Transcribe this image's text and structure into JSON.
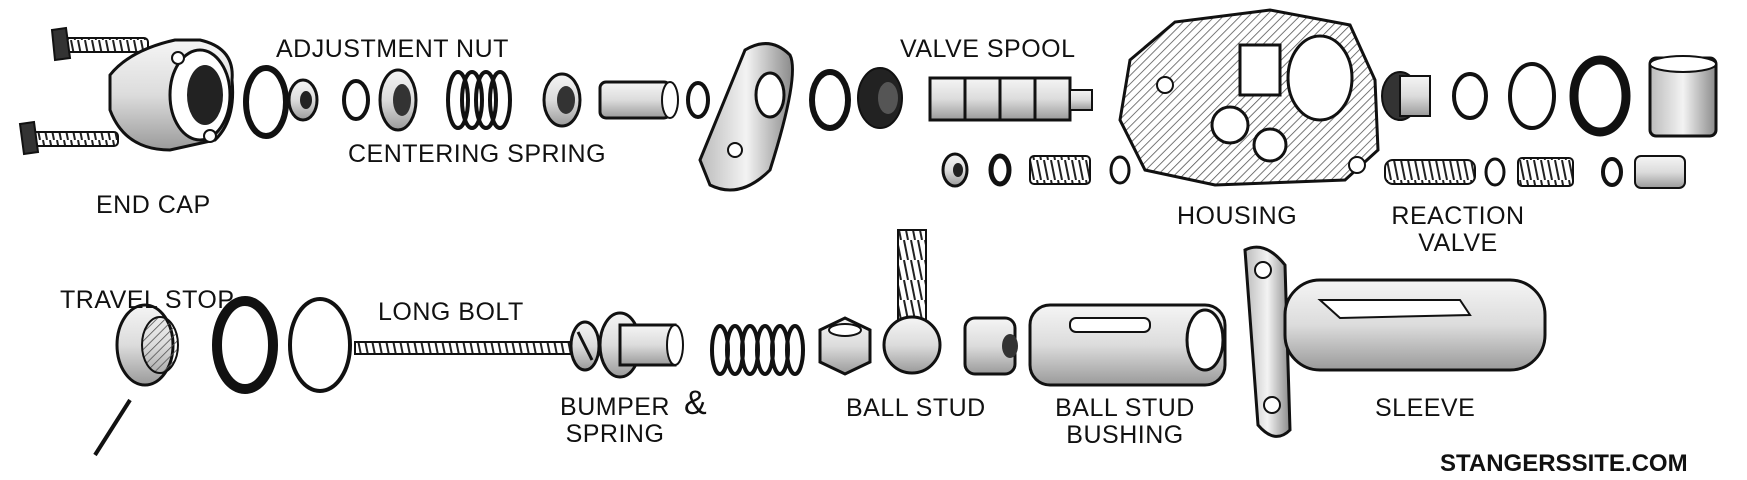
{
  "labels": {
    "adjustment_nut": "ADJUSTMENT NUT",
    "valve_spool": "VALVE SPOOL",
    "centering_spring": "CENTERING SPRING",
    "end_cap": "END CAP",
    "housing": "HOUSING",
    "reaction_valve_1": "REACTION",
    "reaction_valve_2": "VALVE",
    "travel_stop": "TRAVEL STOP",
    "long_bolt": "LONG BOLT",
    "bumper_1": "BUMPER",
    "amp": "&",
    "bumper_2": "SPRING",
    "ball_stud": "BALL STUD",
    "bushing_1": "BALL STUD",
    "bushing_2": "BUSHING",
    "sleeve": "SLEEVE"
  },
  "watermark": "STANGERSSITE.COM",
  "colors": {
    "ink": "#111111",
    "background": "#ffffff",
    "shade": "#d9d9d9"
  }
}
